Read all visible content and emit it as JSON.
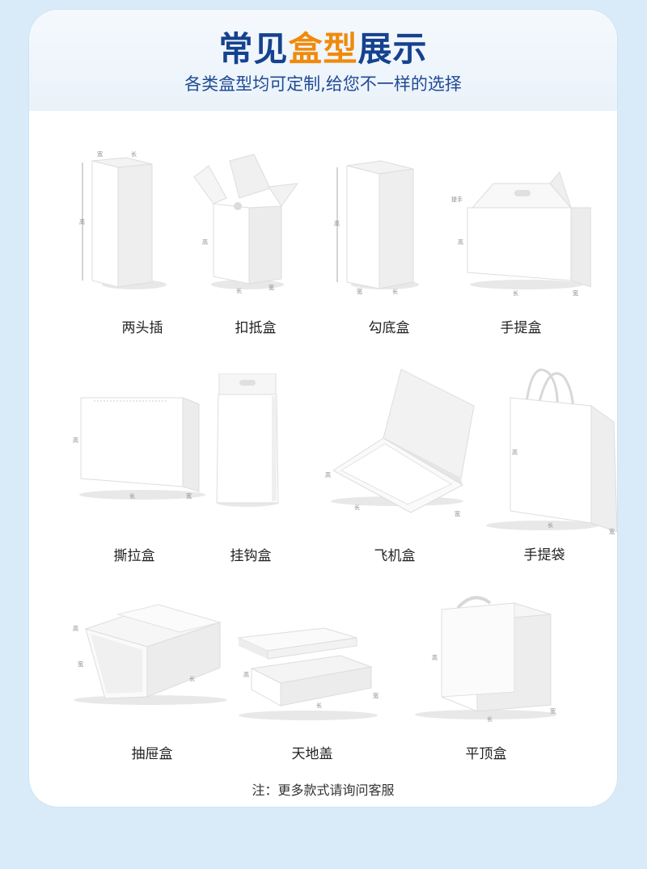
{
  "header": {
    "title_part1": "常见",
    "title_highlight": "盒型",
    "title_part2": "展示",
    "subtitle": "各类盒型均可定制,给您不一样的选择"
  },
  "dimension_labels": {
    "length": "长",
    "width": "宽",
    "height": "高",
    "handle": "提手"
  },
  "boxes": [
    {
      "label": "两头插",
      "icon": "tuck-end-box-icon"
    },
    {
      "label": "扣抵盒",
      "icon": "lock-bottom-box-icon"
    },
    {
      "label": "勾底盒",
      "icon": "hook-bottom-box-icon"
    },
    {
      "label": "手提盒",
      "icon": "handle-box-icon"
    },
    {
      "label": "撕拉盒",
      "icon": "tear-strip-box-icon"
    },
    {
      "label": "挂钩盒",
      "icon": "hanger-box-icon"
    },
    {
      "label": "飞机盒",
      "icon": "mailer-box-icon"
    },
    {
      "label": "手提袋",
      "icon": "paper-bag-icon"
    },
    {
      "label": "抽屉盒",
      "icon": "drawer-box-icon"
    },
    {
      "label": "天地盖",
      "icon": "lid-base-box-icon"
    },
    {
      "label": "平顶盒",
      "icon": "flat-top-box-icon"
    }
  ],
  "note": "注：更多款式请询问客服"
}
